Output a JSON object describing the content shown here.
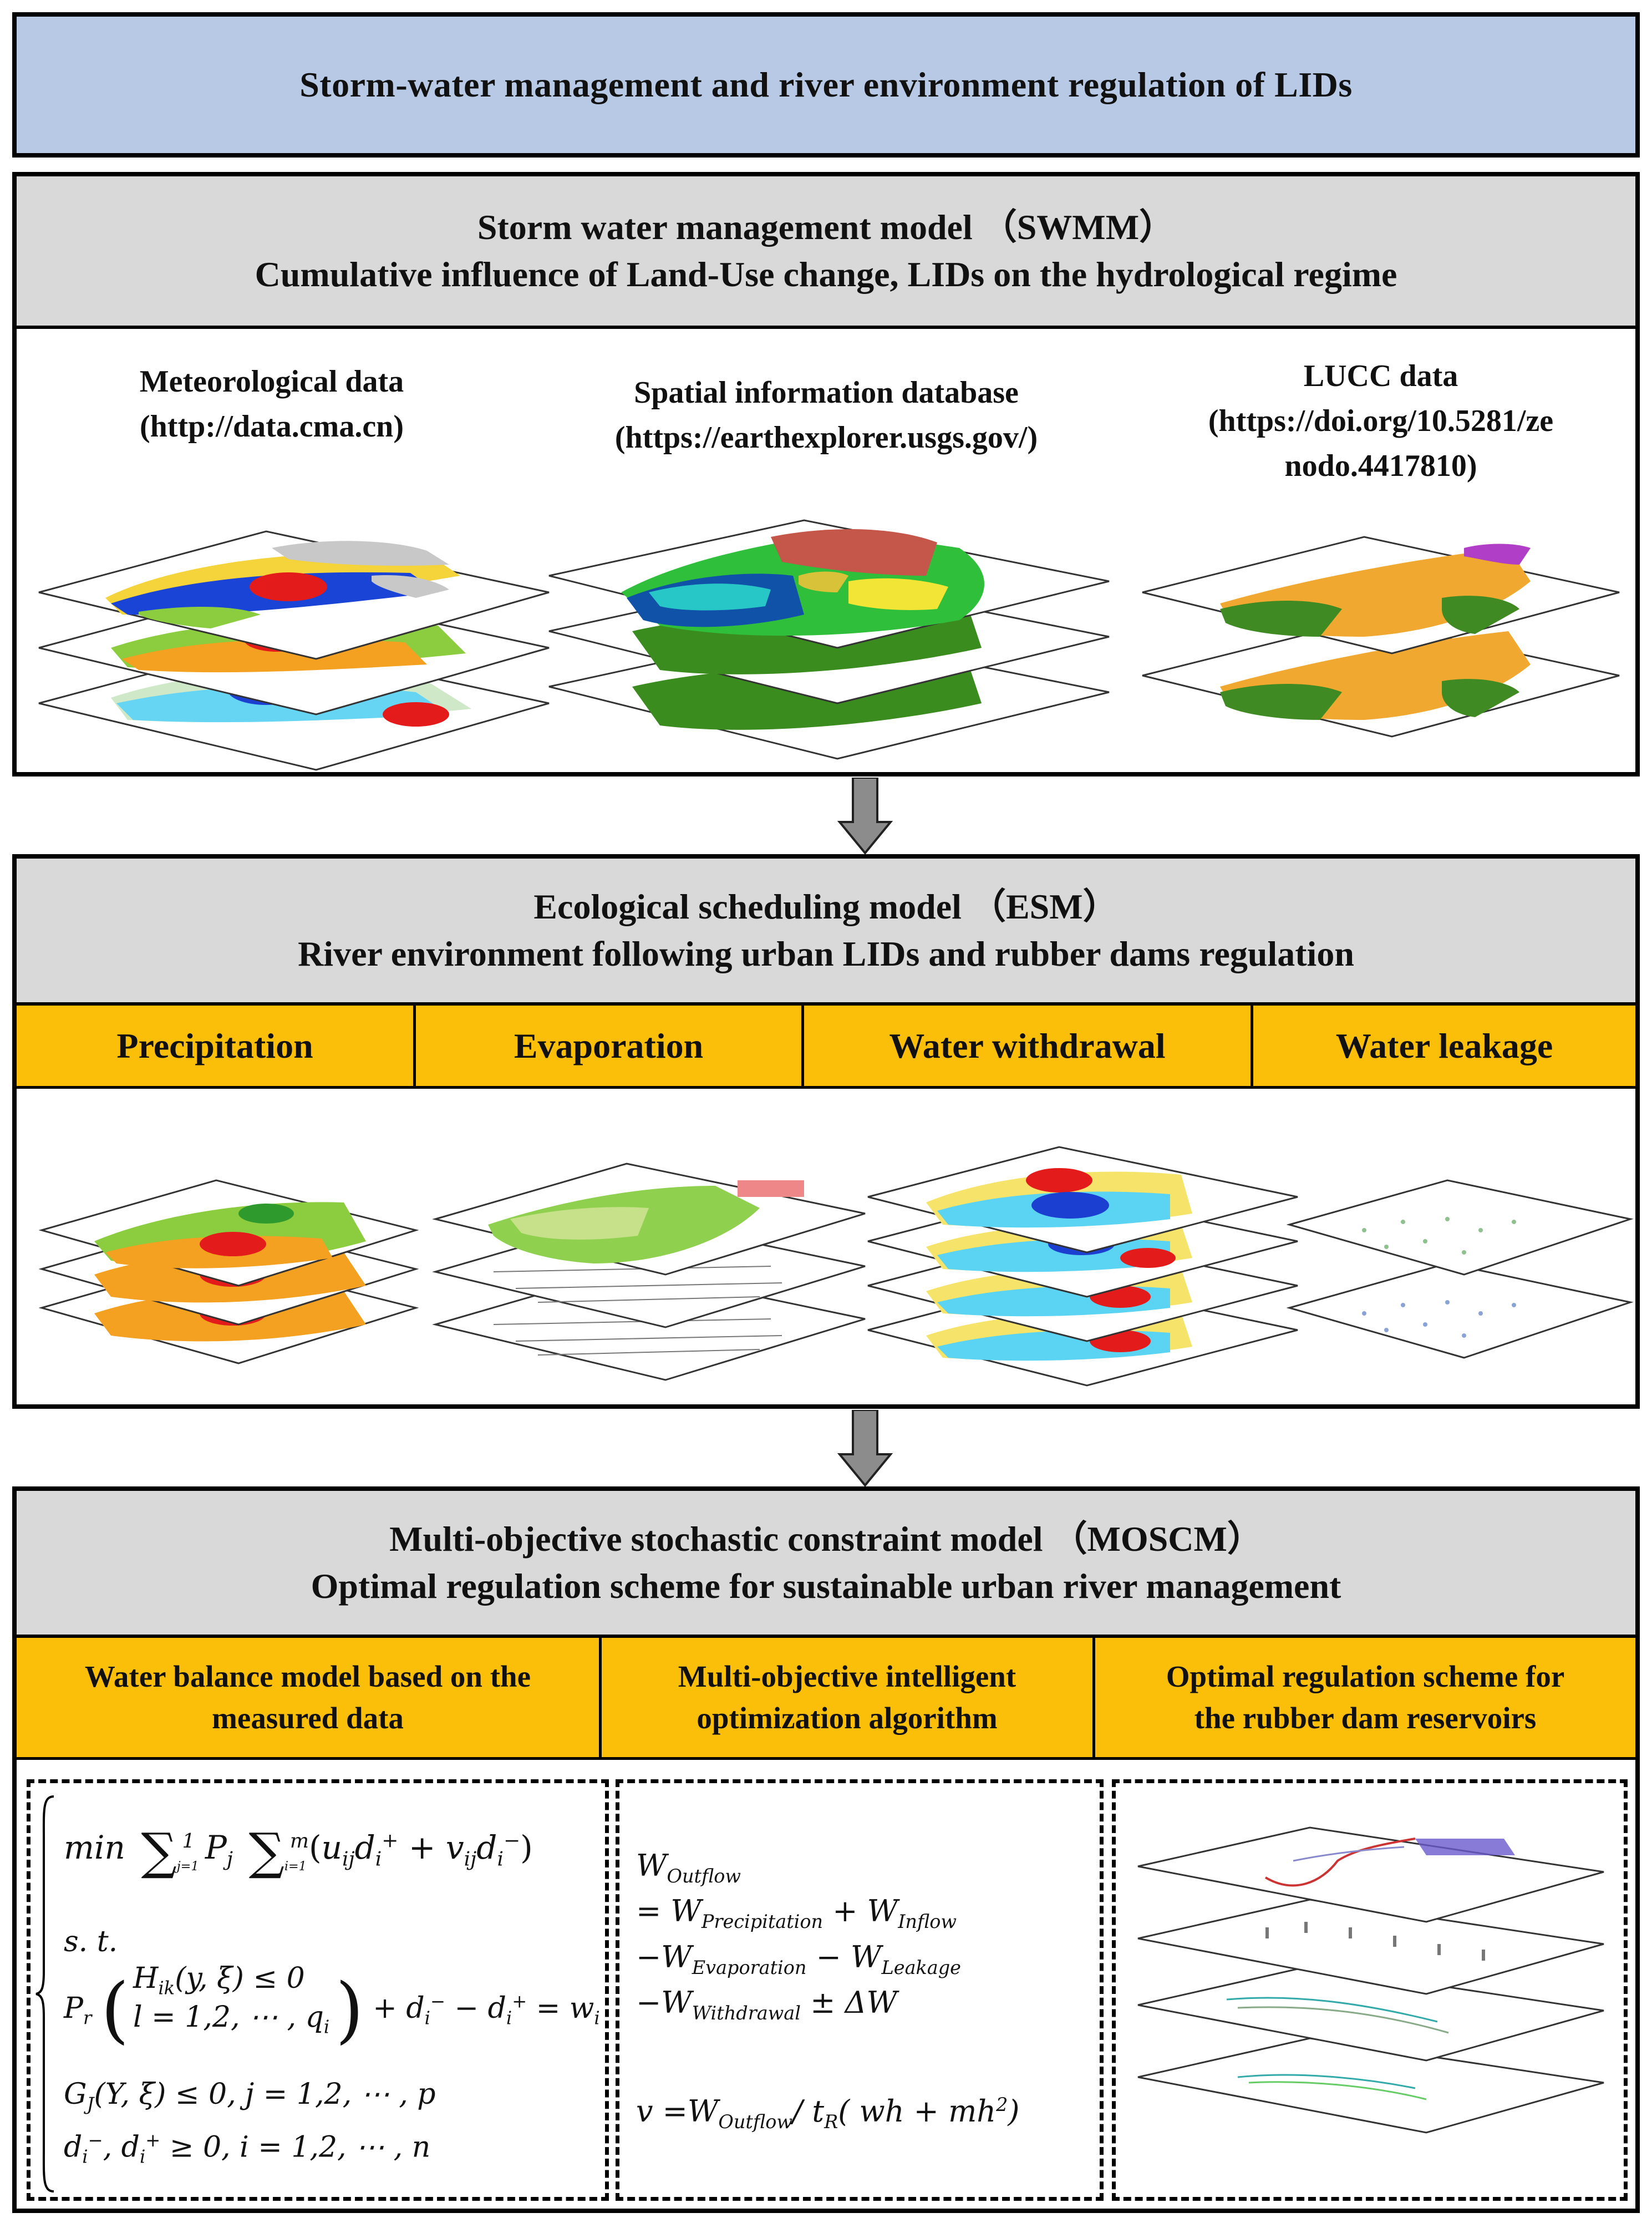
{
  "main_title": "Storm-water management and river environment regulation of LIDs",
  "swmm": {
    "title_line1": "Storm water management model （SWMM）",
    "title_line2": "Cumulative influence of Land-Use change, LIDs on the hydrological regime",
    "sources": [
      {
        "name": "Meteorological data",
        "url": "(http://data.cma.cn)"
      },
      {
        "name": "Spatial information database",
        "url": "(https://earthexplorer.usgs.gov/)"
      },
      {
        "name": "LUCC data",
        "url_line1": "(https://doi.org/10.5281/ze",
        "url_line2": "nodo.4417810)"
      }
    ]
  },
  "esm": {
    "title_line1": "Ecological scheduling model （ESM）",
    "title_line2": "River environment following urban LIDs and rubber dams regulation",
    "tabs": [
      "Precipitation",
      "Evaporation",
      "Water withdrawal",
      "Water leakage"
    ]
  },
  "moscm": {
    "title_line1": "Multi-objective stochastic constraint model （MOSCM）",
    "title_line2": "Optimal regulation scheme for sustainable urban river management",
    "tabs": [
      {
        "line1": "Water balance model based on the",
        "line2": "measured data"
      },
      {
        "line1": "Multi-objective intelligent",
        "line2": "optimization algorithm"
      },
      {
        "line1": "Optimal regulation scheme for",
        "line2": "the rubber dam reservoirs"
      }
    ]
  },
  "colors": {
    "title_bg": "#b7c9e4",
    "header_bg": "#d9d9d9",
    "tab_bg": "#fcbf09",
    "arrow": "#8c8c8c"
  }
}
